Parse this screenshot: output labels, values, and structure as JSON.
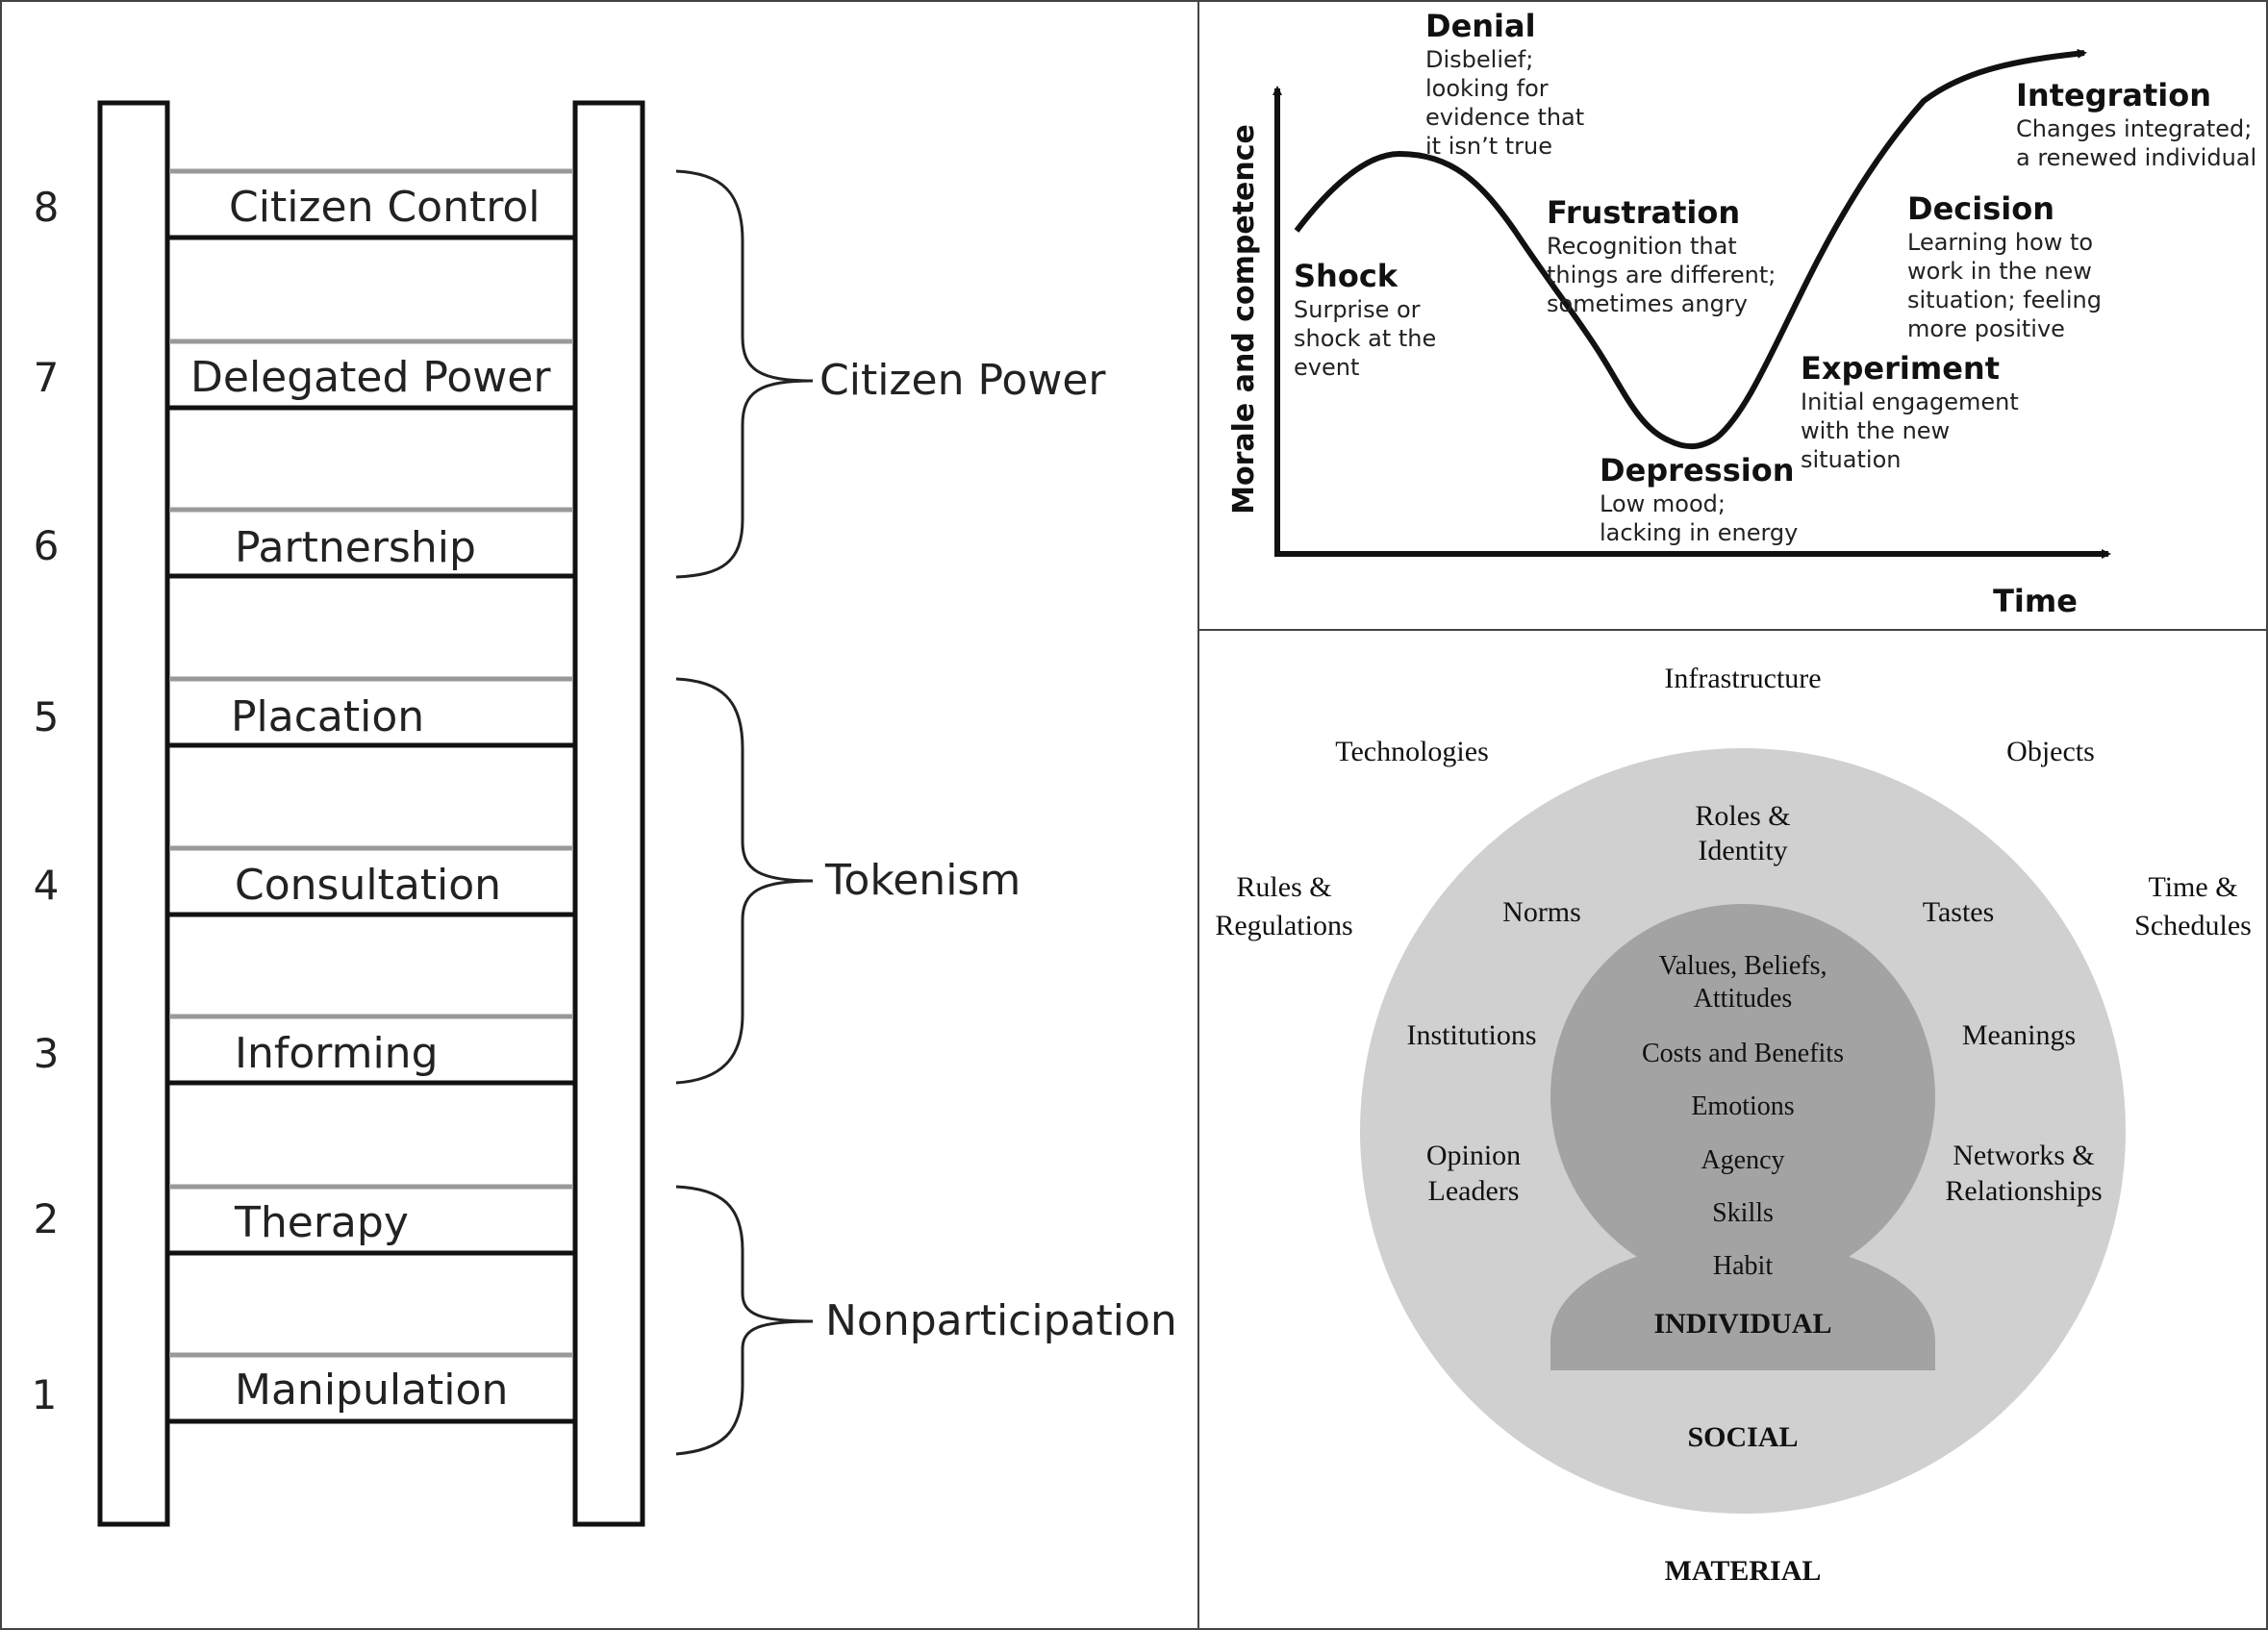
{
  "ladder": {
    "rungs": [
      {
        "number": "8",
        "label": "Citizen Control"
      },
      {
        "number": "7",
        "label": "Delegated Power"
      },
      {
        "number": "6",
        "label": "Partnership"
      },
      {
        "number": "5",
        "label": "Placation"
      },
      {
        "number": "4",
        "label": "Consultation"
      },
      {
        "number": "3",
        "label": "Informing"
      },
      {
        "number": "2",
        "label": "Therapy"
      },
      {
        "number": "1",
        "label": "Manipulation"
      }
    ],
    "groups": [
      "Citizen Power",
      "Tokenism",
      "Nonparticipation"
    ]
  },
  "change_curve": {
    "ylabel": "Morale and competence",
    "xlabel": "Time",
    "stages": [
      {
        "title": "Shock",
        "lines": [
          "Surprise or",
          "shock at the",
          "event"
        ]
      },
      {
        "title": "Denial",
        "lines": [
          "Disbelief;",
          "looking for",
          "evidence that",
          "it isn’t true"
        ]
      },
      {
        "title": "Frustration",
        "lines": [
          "Recognition that",
          "things are different;",
          "sometimes angry"
        ]
      },
      {
        "title": "Depression",
        "lines": [
          "Low mood;",
          "lacking in energy"
        ]
      },
      {
        "title": "Experiment",
        "lines": [
          "Initial engagement",
          "with the new",
          "situation"
        ]
      },
      {
        "title": "Decision",
        "lines": [
          "Learning how to",
          "work in the new",
          "situation; feeling",
          "more positive"
        ]
      },
      {
        "title": "Integration",
        "lines": [
          "Changes integrated;",
          "a renewed individual"
        ]
      }
    ]
  },
  "ism": {
    "material": {
      "label": "MATERIAL",
      "items": [
        [
          "Infrastructure"
        ],
        [
          "Technologies"
        ],
        [
          "Objects"
        ],
        [
          "Rules &",
          "Regulations"
        ],
        [
          "Time &",
          "Schedules"
        ]
      ]
    },
    "social": {
      "label": "SOCIAL",
      "items": [
        [
          "Roles &",
          "Identity"
        ],
        [
          "Norms"
        ],
        [
          "Tastes"
        ],
        [
          "Institutions"
        ],
        [
          "Meanings"
        ],
        [
          "Opinion",
          "Leaders"
        ],
        [
          "Networks &",
          "Relationships"
        ]
      ]
    },
    "individual": {
      "label": "INDIVIDUAL",
      "items": [
        [
          "Values, Beliefs,",
          "Attitudes"
        ],
        [
          "Costs and Benefits"
        ],
        [
          "Emotions"
        ],
        [
          "Agency"
        ],
        [
          "Skills"
        ],
        [
          "Habit"
        ]
      ]
    }
  }
}
